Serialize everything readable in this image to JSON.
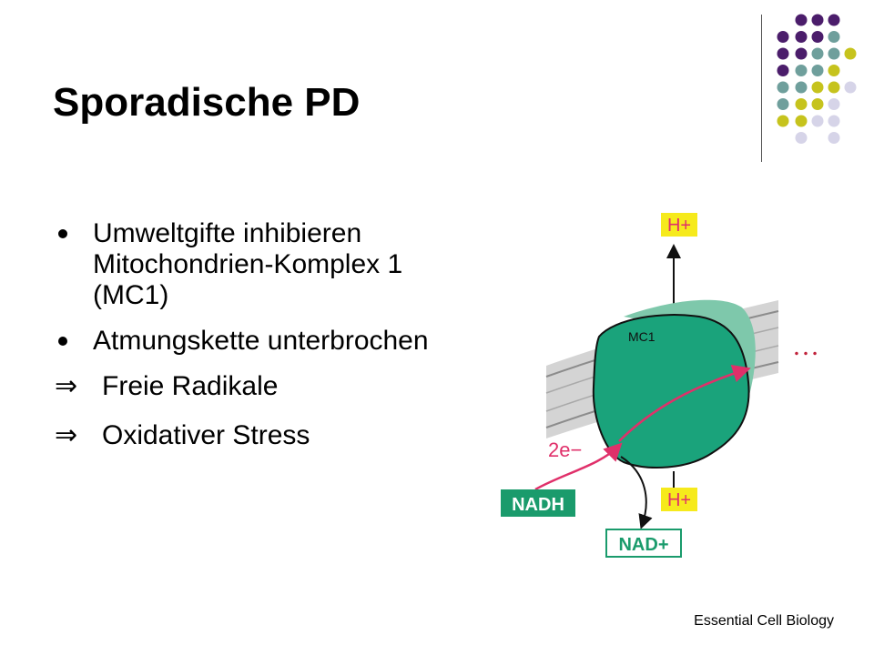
{
  "slide": {
    "title": "Sporadische PD",
    "bullets": [
      "Umweltgifte inhibieren Mitochondrien-Komplex 1 (MC1)",
      "Atmungskette unterbrochen"
    ],
    "arrow_points": [
      "Freie Radikale",
      "Oxidativer Stress"
    ],
    "arrow_glyph": "⇒",
    "footer": "Essential Cell Biology"
  },
  "diagram": {
    "h_plus_top": "H+",
    "h_plus_bottom": "H+",
    "complex_label": "MC1",
    "electrons": "2e−",
    "nadh": "NADH",
    "nad_plus": "NAD+",
    "ellipsis": "…"
  },
  "colors": {
    "dot_purple": "#4b1d6b",
    "dot_teal": "#6f9f9c",
    "dot_yellow": "#c6c31d",
    "dot_lavender": "#d6d4e8",
    "complex_green": "#1aa37b",
    "complex_light": "#7ec8ab",
    "membrane_gray": "#bdbdbd",
    "hplus_yellow": "#f6ea1c",
    "nadh_green": "#1a9b6c",
    "electron_pink": "#e0306a",
    "ellipsis_red": "#c0223b"
  }
}
